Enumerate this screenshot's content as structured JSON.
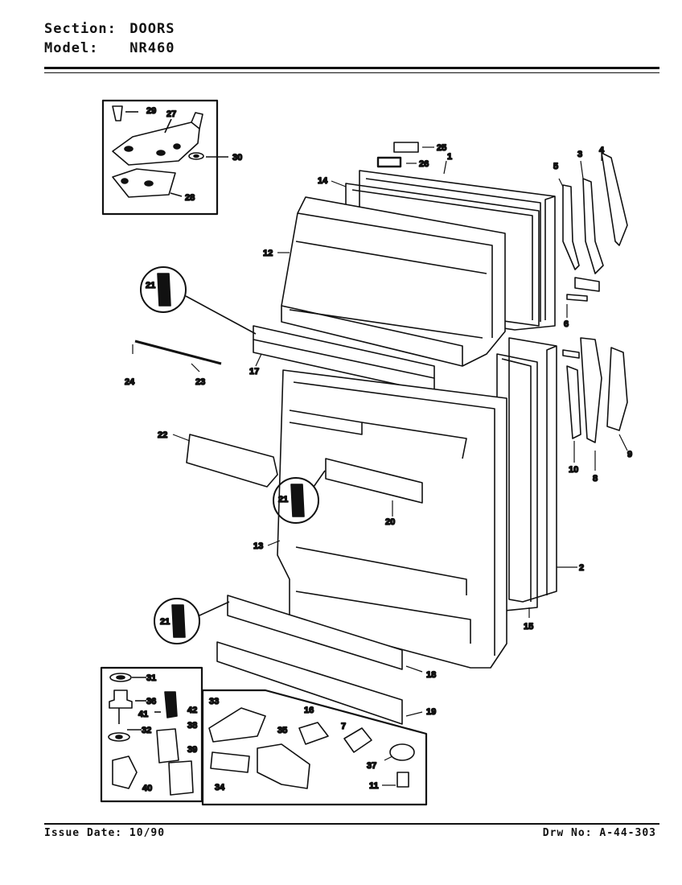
{
  "header": {
    "section_key": "Section:",
    "section_value": "DOORS",
    "model_key": "Model:",
    "model_value": "NR460"
  },
  "footer": {
    "issue_key": "Issue Date:",
    "issue_value": "10/90",
    "drawing_key": "Drw No:",
    "drawing_value": "A-44-303"
  },
  "callouts": {
    "c1": "1",
    "c2": "2",
    "c3": "3",
    "c4": "4",
    "c5": "5",
    "c6": "6",
    "c7": "7",
    "c8": "8",
    "c9": "9",
    "c10": "10",
    "c11": "11",
    "c12": "12",
    "c13": "13",
    "c14": "14",
    "c15": "15",
    "c16": "16",
    "c17": "17",
    "c18": "18",
    "c19": "19",
    "c20": "20",
    "c21": "21",
    "c22": "22",
    "c23": "23",
    "c24": "24",
    "c25": "25",
    "c26": "26",
    "c27": "27",
    "c28": "28",
    "c29": "29",
    "c30": "30",
    "c31": "31",
    "c32": "32",
    "c33": "33",
    "c34": "34",
    "c35": "35",
    "c36": "36",
    "c37": "37",
    "c38": "38",
    "c39": "39",
    "c40": "40",
    "c41": "41",
    "c42": "42"
  }
}
